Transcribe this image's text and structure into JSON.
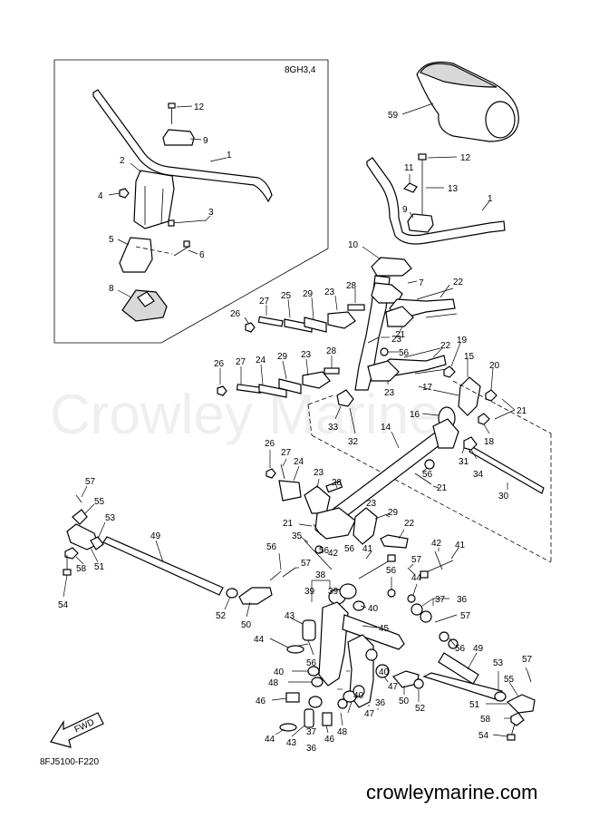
{
  "inset_label": "8GH3,4",
  "diagram_code": "8FJ5100-F220",
  "fwd_label": "FWD",
  "watermark": "Crowley Marine",
  "footer_url": "crowleymarine.com",
  "callouts": [
    {
      "id": "i12",
      "text": "12"
    },
    {
      "id": "i9",
      "text": "9"
    },
    {
      "id": "i1",
      "text": "1"
    },
    {
      "id": "i2",
      "text": "2"
    },
    {
      "id": "i4",
      "text": "4"
    },
    {
      "id": "i3",
      "text": "3"
    },
    {
      "id": "i5",
      "text": "5"
    },
    {
      "id": "i6",
      "text": "6"
    },
    {
      "id": "i8",
      "text": "8"
    },
    {
      "id": "c59",
      "text": "59"
    },
    {
      "id": "c11",
      "text": "11"
    },
    {
      "id": "c12",
      "text": "12"
    },
    {
      "id": "c13",
      "text": "13"
    },
    {
      "id": "c9",
      "text": "9"
    },
    {
      "id": "c1",
      "text": "1"
    },
    {
      "id": "c10",
      "text": "10"
    },
    {
      "id": "c7",
      "text": "7"
    },
    {
      "id": "c22a",
      "text": "22"
    },
    {
      "id": "c27a",
      "text": "27"
    },
    {
      "id": "c25",
      "text": "25"
    },
    {
      "id": "c29a",
      "text": "29"
    },
    {
      "id": "c23a",
      "text": "23"
    },
    {
      "id": "c28a",
      "text": "28"
    },
    {
      "id": "c26a",
      "text": "26"
    },
    {
      "id": "c23b",
      "text": "23"
    },
    {
      "id": "c21a",
      "text": "21"
    },
    {
      "id": "c56a",
      "text": "56"
    },
    {
      "id": "c22b",
      "text": "22"
    },
    {
      "id": "c19",
      "text": "19"
    },
    {
      "id": "c15",
      "text": "15"
    },
    {
      "id": "c20",
      "text": "20"
    },
    {
      "id": "c26b",
      "text": "26"
    },
    {
      "id": "c27b",
      "text": "27"
    },
    {
      "id": "c24a",
      "text": "24"
    },
    {
      "id": "c29b",
      "text": "29"
    },
    {
      "id": "c23c",
      "text": "23"
    },
    {
      "id": "c28b",
      "text": "28"
    },
    {
      "id": "c23d",
      "text": "23"
    },
    {
      "id": "c17",
      "text": "17"
    },
    {
      "id": "c21b",
      "text": "21"
    },
    {
      "id": "c16",
      "text": "16"
    },
    {
      "id": "c33",
      "text": "33"
    },
    {
      "id": "c32",
      "text": "32"
    },
    {
      "id": "c14",
      "text": "14"
    },
    {
      "id": "c18",
      "text": "18"
    },
    {
      "id": "c26c",
      "text": "26"
    },
    {
      "id": "c27c",
      "text": "27"
    },
    {
      "id": "c24b",
      "text": "24"
    },
    {
      "id": "c31",
      "text": "31"
    },
    {
      "id": "c34",
      "text": "34"
    },
    {
      "id": "c56b",
      "text": "56"
    },
    {
      "id": "c21c",
      "text": "21"
    },
    {
      "id": "c30",
      "text": "30"
    },
    {
      "id": "c23e",
      "text": "23"
    },
    {
      "id": "c28c",
      "text": "28"
    },
    {
      "id": "c57a",
      "text": "57"
    },
    {
      "id": "c55a",
      "text": "55"
    },
    {
      "id": "c53a",
      "text": "53"
    },
    {
      "id": "c49a",
      "text": "49"
    },
    {
      "id": "c58a",
      "text": "58"
    },
    {
      "id": "c51a",
      "text": "51"
    },
    {
      "id": "c54a",
      "text": "54"
    },
    {
      "id": "c23f",
      "text": "23"
    },
    {
      "id": "c29c",
      "text": "29"
    },
    {
      "id": "c21d",
      "text": "21"
    },
    {
      "id": "c22c",
      "text": "22"
    },
    {
      "id": "c35",
      "text": "35"
    },
    {
      "id": "c56c",
      "text": "56"
    },
    {
      "id": "c42a",
      "text": "42"
    },
    {
      "id": "c56d",
      "text": "56"
    },
    {
      "id": "c41a",
      "text": "41"
    },
    {
      "id": "c57b",
      "text": "57"
    },
    {
      "id": "c42b",
      "text": "42"
    },
    {
      "id": "c41b",
      "text": "41"
    },
    {
      "id": "c56e",
      "text": "56"
    },
    {
      "id": "c57c",
      "text": "57"
    },
    {
      "id": "c56f",
      "text": "56"
    },
    {
      "id": "c44a",
      "text": "44"
    },
    {
      "id": "c38",
      "text": "38"
    },
    {
      "id": "c39a",
      "text": "39"
    },
    {
      "id": "c39b",
      "text": "39"
    },
    {
      "id": "c52a",
      "text": "52"
    },
    {
      "id": "c50a",
      "text": "50"
    },
    {
      "id": "c40a",
      "text": "40"
    },
    {
      "id": "c37a",
      "text": "37"
    },
    {
      "id": "c36a",
      "text": "36"
    },
    {
      "id": "c57d",
      "text": "57"
    },
    {
      "id": "c43a",
      "text": "43"
    },
    {
      "id": "c45",
      "text": "45"
    },
    {
      "id": "c56g",
      "text": "56"
    },
    {
      "id": "c49b",
      "text": "49"
    },
    {
      "id": "c44b",
      "text": "44"
    },
    {
      "id": "c56h",
      "text": "56"
    },
    {
      "id": "c40b",
      "text": "40"
    },
    {
      "id": "c48a",
      "text": "48"
    },
    {
      "id": "c40c",
      "text": "40"
    },
    {
      "id": "c47a",
      "text": "47"
    },
    {
      "id": "c57e",
      "text": "57"
    },
    {
      "id": "c53b",
      "text": "53"
    },
    {
      "id": "c55b",
      "text": "55"
    },
    {
      "id": "c46a",
      "text": "46"
    },
    {
      "id": "c50b",
      "text": "50"
    },
    {
      "id": "c52b",
      "text": "52"
    },
    {
      "id": "c40d",
      "text": "40"
    },
    {
      "id": "c47b",
      "text": "47"
    },
    {
      "id": "c36b",
      "text": "36"
    },
    {
      "id": "c51b",
      "text": "51"
    },
    {
      "id": "c58b",
      "text": "58"
    },
    {
      "id": "c44c",
      "text": "44"
    },
    {
      "id": "c37b",
      "text": "37"
    },
    {
      "id": "c48b",
      "text": "48"
    },
    {
      "id": "c46b",
      "text": "46"
    },
    {
      "id": "c54b",
      "text": "54"
    },
    {
      "id": "c43b",
      "text": "43"
    },
    {
      "id": "c36c",
      "text": "36"
    }
  ]
}
